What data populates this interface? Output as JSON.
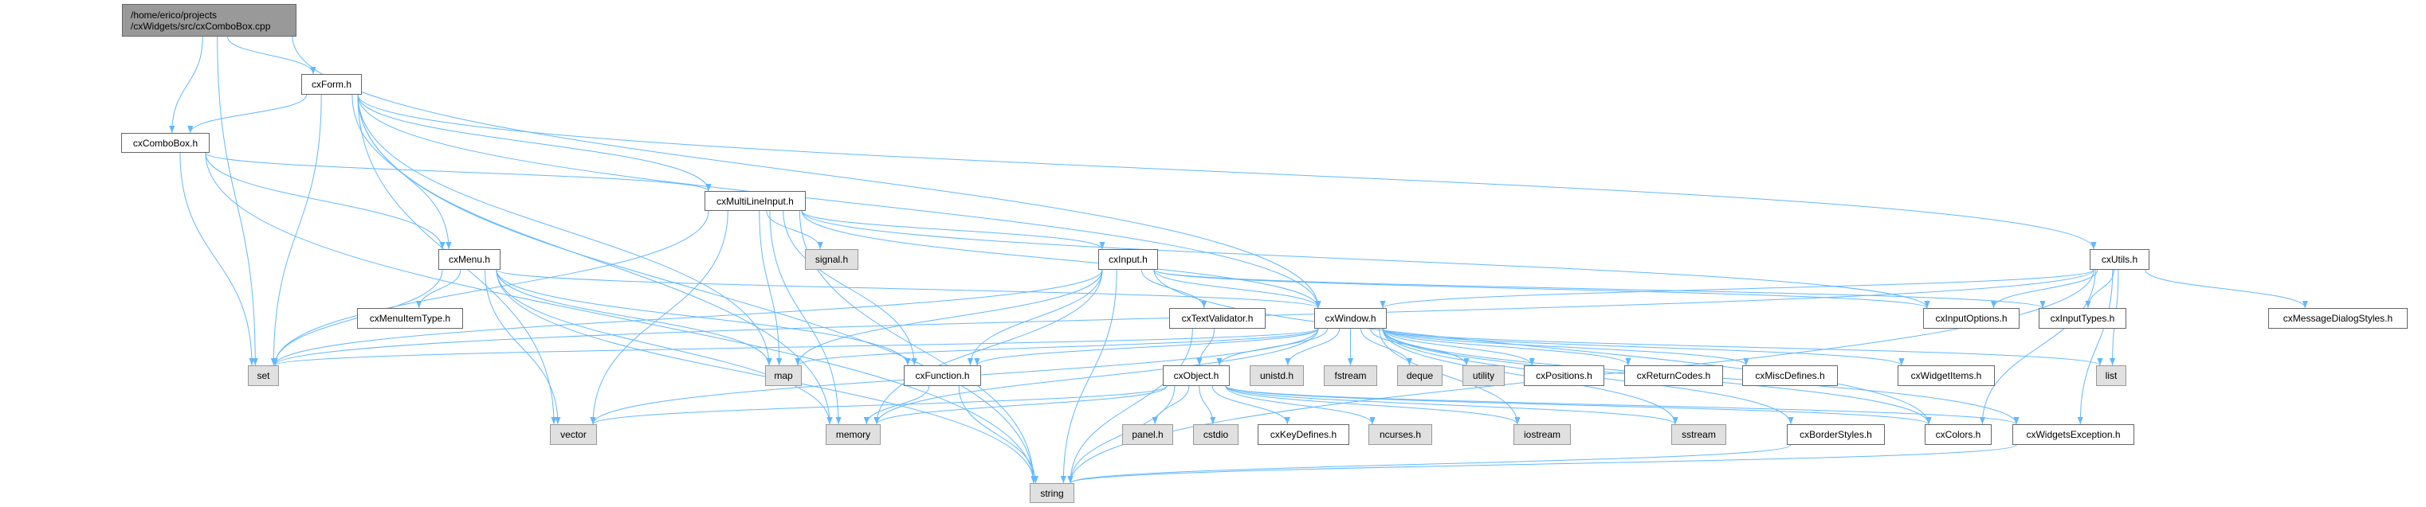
{
  "colors": {
    "edge": "#63b8ff",
    "root_fill": "#999999",
    "system_fill": "#e0e0e0",
    "local_fill": "#ffffff"
  },
  "nodes": [
    {
      "id": "root",
      "label": "/home/erico/projects\n/cxWidgets/src/cxComboBox.cpp",
      "kind": "root"
    },
    {
      "id": "cxForm",
      "label": "cxForm.h",
      "kind": "local"
    },
    {
      "id": "cxComboBox",
      "label": "cxComboBox.h",
      "kind": "local"
    },
    {
      "id": "cxMultiLineInput",
      "label": "cxMultiLineInput.h",
      "kind": "local"
    },
    {
      "id": "cxMenu",
      "label": "cxMenu.h",
      "kind": "local"
    },
    {
      "id": "cxMenuItemType",
      "label": "cxMenuItemType.h",
      "kind": "local"
    },
    {
      "id": "signal",
      "label": "signal.h",
      "kind": "system"
    },
    {
      "id": "cxInput",
      "label": "cxInput.h",
      "kind": "local"
    },
    {
      "id": "cxUtils",
      "label": "cxUtils.h",
      "kind": "local"
    },
    {
      "id": "cxTextValidator",
      "label": "cxTextValidator.h",
      "kind": "local"
    },
    {
      "id": "cxWindow",
      "label": "cxWindow.h",
      "kind": "local"
    },
    {
      "id": "cxInputOptions",
      "label": "cxInputOptions.h",
      "kind": "local"
    },
    {
      "id": "cxInputTypes",
      "label": "cxInputTypes.h",
      "kind": "local"
    },
    {
      "id": "cxMessageDialogStyles",
      "label": "cxMessageDialogStyles.h",
      "kind": "local"
    },
    {
      "id": "set",
      "label": "set",
      "kind": "system"
    },
    {
      "id": "map",
      "label": "map",
      "kind": "system"
    },
    {
      "id": "cxFunction",
      "label": "cxFunction.h",
      "kind": "local"
    },
    {
      "id": "cxObject",
      "label": "cxObject.h",
      "kind": "local"
    },
    {
      "id": "unistd",
      "label": "unistd.h",
      "kind": "system"
    },
    {
      "id": "fstream",
      "label": "fstream",
      "kind": "system"
    },
    {
      "id": "deque",
      "label": "deque",
      "kind": "system"
    },
    {
      "id": "utility",
      "label": "utility",
      "kind": "system"
    },
    {
      "id": "cxPositions",
      "label": "cxPositions.h",
      "kind": "local"
    },
    {
      "id": "cxReturnCodes",
      "label": "cxReturnCodes.h",
      "kind": "local"
    },
    {
      "id": "cxMiscDefines",
      "label": "cxMiscDefines.h",
      "kind": "local"
    },
    {
      "id": "cxWidgetItems",
      "label": "cxWidgetItems.h",
      "kind": "local"
    },
    {
      "id": "list",
      "label": "list",
      "kind": "system"
    },
    {
      "id": "vector",
      "label": "vector",
      "kind": "system"
    },
    {
      "id": "memory",
      "label": "memory",
      "kind": "system"
    },
    {
      "id": "panel",
      "label": "panel.h",
      "kind": "system"
    },
    {
      "id": "cstdio",
      "label": "cstdio",
      "kind": "system"
    },
    {
      "id": "cxKeyDefines",
      "label": "cxKeyDefines.h",
      "kind": "local"
    },
    {
      "id": "ncurses",
      "label": "ncurses.h",
      "kind": "system"
    },
    {
      "id": "iostream",
      "label": "iostream",
      "kind": "system"
    },
    {
      "id": "sstream",
      "label": "sstream",
      "kind": "system"
    },
    {
      "id": "cxBorderStyles",
      "label": "cxBorderStyles.h",
      "kind": "local"
    },
    {
      "id": "cxColors",
      "label": "cxColors.h",
      "kind": "local"
    },
    {
      "id": "cxWidgetsException",
      "label": "cxWidgetsException.h",
      "kind": "local"
    },
    {
      "id": "string",
      "label": "string",
      "kind": "system"
    }
  ],
  "edges": [
    [
      "root",
      "cxForm"
    ],
    [
      "root",
      "cxComboBox"
    ],
    [
      "root",
      "set"
    ],
    [
      "root",
      "cxWindow"
    ],
    [
      "cxForm",
      "cxComboBox"
    ],
    [
      "cxForm",
      "set"
    ],
    [
      "cxForm",
      "cxMenu"
    ],
    [
      "cxForm",
      "cxMultiLineInput"
    ],
    [
      "cxForm",
      "cxWindow"
    ],
    [
      "cxForm",
      "cxUtils"
    ],
    [
      "cxForm",
      "map"
    ],
    [
      "cxForm",
      "memory"
    ],
    [
      "cxForm",
      "vector"
    ],
    [
      "cxForm",
      "string"
    ],
    [
      "cxComboBox",
      "cxMultiLineInput"
    ],
    [
      "cxComboBox",
      "cxMenu"
    ],
    [
      "cxComboBox",
      "set"
    ],
    [
      "cxComboBox",
      "string"
    ],
    [
      "cxMultiLineInput",
      "set"
    ],
    [
      "cxMultiLineInput",
      "vector"
    ],
    [
      "cxMultiLineInput",
      "memory"
    ],
    [
      "cxMultiLineInput",
      "string"
    ],
    [
      "cxMultiLineInput",
      "map"
    ],
    [
      "cxMultiLineInput",
      "signal"
    ],
    [
      "cxMultiLineInput",
      "cxFunction"
    ],
    [
      "cxMultiLineInput",
      "cxInput"
    ],
    [
      "cxMultiLineInput",
      "cxWindow"
    ],
    [
      "cxMultiLineInput",
      "cxInputOptions"
    ],
    [
      "cxMenu",
      "cxMenuItemType"
    ],
    [
      "cxMenu",
      "set"
    ],
    [
      "cxMenu",
      "vector"
    ],
    [
      "cxMenu",
      "map"
    ],
    [
      "cxMenu",
      "memory"
    ],
    [
      "cxMenu",
      "string"
    ],
    [
      "cxMenu",
      "cxFunction"
    ],
    [
      "cxMenu",
      "cxWindow"
    ],
    [
      "cxInput",
      "cxTextValidator"
    ],
    [
      "cxInput",
      "cxWindow"
    ],
    [
      "cxInput",
      "set"
    ],
    [
      "cxInput",
      "map"
    ],
    [
      "cxInput",
      "memory"
    ],
    [
      "cxInput",
      "string"
    ],
    [
      "cxInput",
      "cxFunction"
    ],
    [
      "cxInput",
      "cxInputOptions"
    ],
    [
      "cxInput",
      "cxInputTypes"
    ],
    [
      "cxInput",
      "cxColors"
    ],
    [
      "cxTextValidator",
      "cxObject"
    ],
    [
      "cxTextValidator",
      "string"
    ],
    [
      "cxWindow",
      "cxObject"
    ],
    [
      "cxWindow",
      "unistd"
    ],
    [
      "cxWindow",
      "fstream"
    ],
    [
      "cxWindow",
      "deque"
    ],
    [
      "cxWindow",
      "utility"
    ],
    [
      "cxWindow",
      "cxPositions"
    ],
    [
      "cxWindow",
      "cxReturnCodes"
    ],
    [
      "cxWindow",
      "cxMiscDefines"
    ],
    [
      "cxWindow",
      "cxWidgetItems"
    ],
    [
      "cxWindow",
      "list"
    ],
    [
      "cxWindow",
      "set"
    ],
    [
      "cxWindow",
      "map"
    ],
    [
      "cxWindow",
      "vector"
    ],
    [
      "cxWindow",
      "memory"
    ],
    [
      "cxWindow",
      "cxFunction"
    ],
    [
      "cxWindow",
      "iostream"
    ],
    [
      "cxWindow",
      "sstream"
    ],
    [
      "cxWindow",
      "cxBorderStyles"
    ],
    [
      "cxWindow",
      "cxColors"
    ],
    [
      "cxWindow",
      "cxWidgetsException"
    ],
    [
      "cxObject",
      "panel"
    ],
    [
      "cxObject",
      "cstdio"
    ],
    [
      "cxObject",
      "cxKeyDefines"
    ],
    [
      "cxObject",
      "ncurses"
    ],
    [
      "cxObject",
      "iostream"
    ],
    [
      "cxObject",
      "sstream"
    ],
    [
      "cxObject",
      "cxColors"
    ],
    [
      "cxObject",
      "cxWidgetsException"
    ],
    [
      "cxObject",
      "string"
    ],
    [
      "cxObject",
      "vector"
    ],
    [
      "cxObject",
      "memory"
    ],
    [
      "cxFunction",
      "memory"
    ],
    [
      "cxFunction",
      "string"
    ],
    [
      "cxUtils",
      "cxInputOptions"
    ],
    [
      "cxUtils",
      "cxInputTypes"
    ],
    [
      "cxUtils",
      "cxMessageDialogStyles"
    ],
    [
      "cxUtils",
      "list"
    ],
    [
      "cxUtils",
      "cxColors"
    ],
    [
      "cxUtils",
      "cxWidgetsException"
    ],
    [
      "cxUtils",
      "string"
    ],
    [
      "cxUtils",
      "set"
    ],
    [
      "cxUtils",
      "cxWindow"
    ],
    [
      "cxBorderStyles",
      "string"
    ],
    [
      "cxWidgetsException",
      "string"
    ]
  ]
}
